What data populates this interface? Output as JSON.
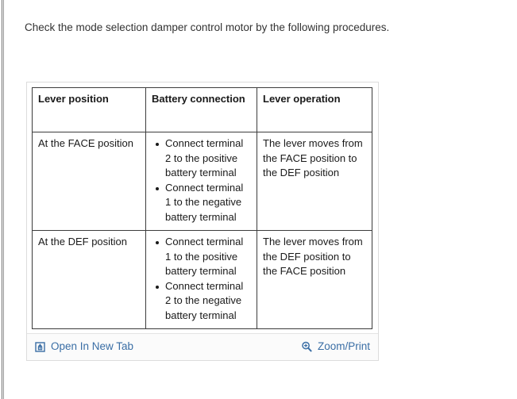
{
  "page": {
    "intro_text": "Check the mode selection damper control motor by the following procedures.",
    "link_color": "#3a6ea5",
    "text_color": "#333333",
    "table_border_color": "#3c3c3c",
    "panel_border_color": "#dcdcdc",
    "toolbar_background": "#fbfbfb",
    "background": "#ffffff"
  },
  "table": {
    "headers": [
      "Lever position",
      "Battery connection",
      "Lever operation"
    ],
    "rows": [
      {
        "lever_position": "At the FACE position",
        "battery_connection": [
          "Connect terminal 2 to the positive battery terminal",
          "Connect terminal 1 to the negative battery terminal"
        ],
        "lever_operation": "The lever moves from the FACE position to the DEF position"
      },
      {
        "lever_position": "At the DEF position",
        "battery_connection": [
          "Connect terminal 1 to the positive battery terminal",
          "Connect terminal 2 to the negative battery terminal"
        ],
        "lever_operation": "The lever moves from the DEF position to the FACE position"
      }
    ]
  },
  "toolbar": {
    "open_new_tab_label": "Open In New Tab",
    "open_new_tab_icon": "open-in-new-window-icon",
    "zoom_print_label": "Zoom/Print",
    "zoom_print_icon": "magnifier-plus-icon"
  }
}
